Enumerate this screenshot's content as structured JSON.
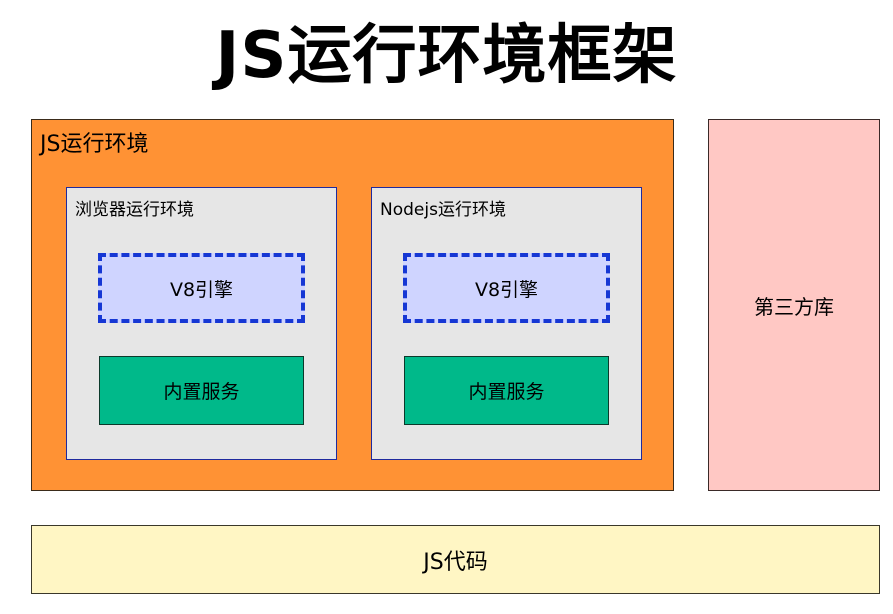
{
  "title": "JS运行环境框架",
  "runtime": {
    "label": "JS运行环境",
    "color": "#ff9234",
    "environments": [
      {
        "label": "浏览器运行环境",
        "engine": "V8引擎",
        "builtin": "内置服务"
      },
      {
        "label": "Nodejs运行环境",
        "engine": "V8引擎",
        "builtin": "内置服务"
      }
    ]
  },
  "third_party": {
    "label": "第三方库",
    "color": "#ffc8c4"
  },
  "code": {
    "label": "JS代码",
    "color": "#fff6c4"
  },
  "colors": {
    "engine_fill": "#cfd4ff",
    "engine_border": "#1637d4",
    "builtin_fill": "#00b98a",
    "env_fill": "#e6e6e6"
  }
}
